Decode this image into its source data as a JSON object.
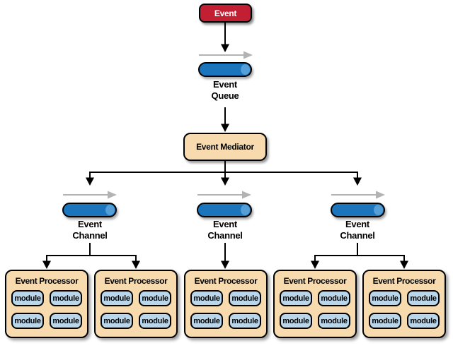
{
  "colors": {
    "event_red": "#C22032",
    "box_tan": "#F7DBAF",
    "cylinder_blue": "#1B75BC",
    "cylinder_highlight": "#549FD7",
    "module_blue": "#B9D6EB",
    "arrow_black": "#000000",
    "flow_arrow_gray": "#B3B3B3",
    "background": "#FFFFFF"
  },
  "event_box": {
    "label": "Event"
  },
  "event_queue": {
    "line1": "Event",
    "line2": "Queue"
  },
  "mediator": {
    "label": "Event Mediator"
  },
  "channels": [
    {
      "line1": "Event",
      "line2": "Channel"
    },
    {
      "line1": "Event",
      "line2": "Channel"
    },
    {
      "line1": "Event",
      "line2": "Channel"
    }
  ],
  "processors": [
    {
      "title": "Event Processor",
      "modules": [
        "module",
        "module",
        "module",
        "module"
      ]
    },
    {
      "title": "Event Processor",
      "modules": [
        "module",
        "module",
        "module",
        "module"
      ]
    },
    {
      "title": "Event Processor",
      "modules": [
        "module",
        "module",
        "module",
        "module"
      ]
    },
    {
      "title": "Event Processor",
      "modules": [
        "module",
        "module",
        "module",
        "module"
      ]
    },
    {
      "title": "Event Processor",
      "modules": [
        "module",
        "module",
        "module",
        "module"
      ]
    }
  ]
}
